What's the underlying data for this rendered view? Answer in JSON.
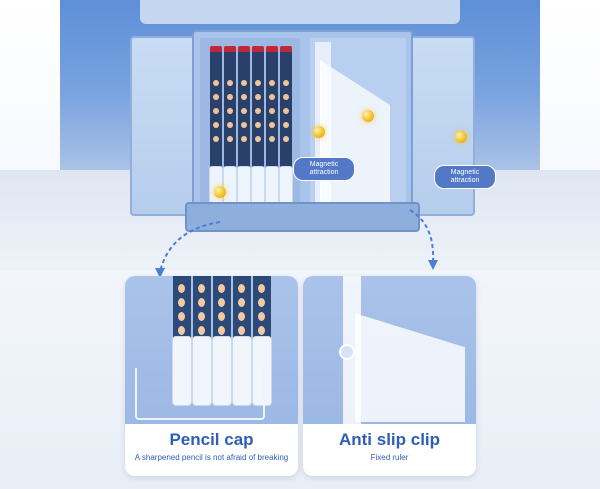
{
  "labels": {
    "magnetic_left": "Magnetic attraction",
    "magnetic_right": "Magnetic attraction"
  },
  "cards": [
    {
      "title": "Pencil cap",
      "subtitle": "A sharpened pencil is not afraid of breaking"
    },
    {
      "title": "Anti slip clip",
      "subtitle": "Fixed ruler"
    }
  ],
  "colors": {
    "accent": "#2e5fb8",
    "tag_bg": "#5278c7",
    "case_blue": "#a8c4ea",
    "magnet_yellow": "#f6c027"
  },
  "icons": [
    "magnet-marker-icon",
    "dashed-arrow-icon"
  ]
}
